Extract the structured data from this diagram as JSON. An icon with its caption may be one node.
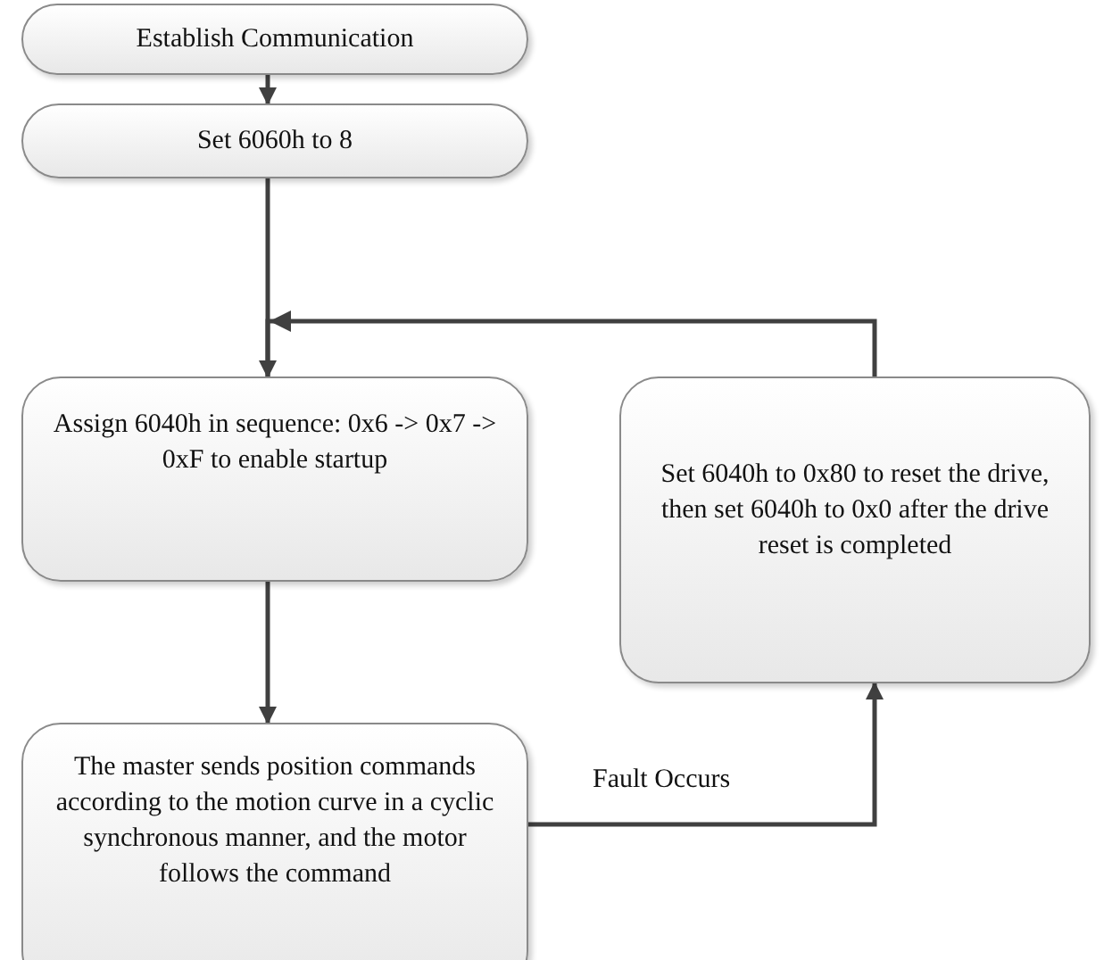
{
  "diagram": {
    "nodes": [
      {
        "text": [
          "Establish Communication"
        ]
      },
      {
        "text": [
          "Set 6060h to 8"
        ]
      },
      {
        "text": [
          "Assign 6040h in sequence: 0x6 -> 0x7 -> 0xF to enable startup"
        ]
      },
      {
        "text": [
          "Set 6040h to 0x80 to reset the drive, then set 6040h to 0x0 after the drive reset is completed"
        ]
      },
      {
        "text": [
          "The master sends position commands according to the motion curve in a cyclic synchronous manner, and the motor follows the command"
        ]
      }
    ],
    "edges": [
      {
        "from": 0,
        "to": 1,
        "arrow": "to"
      },
      {
        "from": 1,
        "to": 2,
        "arrow": "to"
      },
      {
        "from": 2,
        "to": 4,
        "arrow": "to"
      },
      {
        "from": 4,
        "to": 3,
        "arrow": "to",
        "label": "Fault Occurs"
      },
      {
        "from": 3,
        "to": 2,
        "arrow": "to"
      }
    ]
  }
}
